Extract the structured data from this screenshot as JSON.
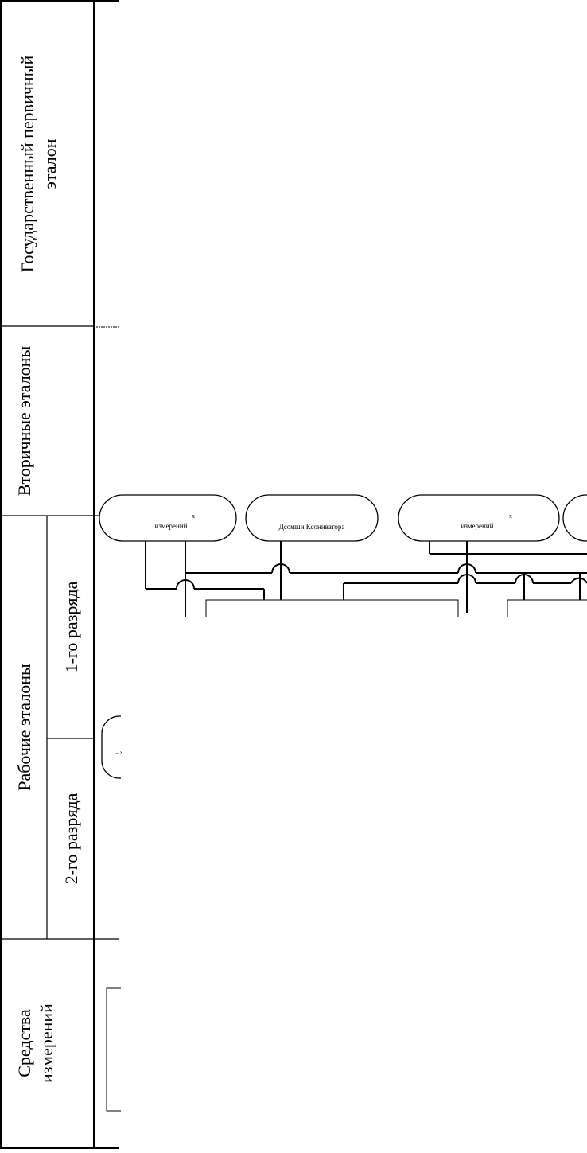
{
  "diagram": {
    "rows": {
      "primary": "Государственный первичный эталон",
      "primary_line1": "Государственный первичный",
      "primary_line2": "эталон",
      "secondary": "Вторичные эталоны",
      "working": "Рабочие эталоны",
      "working_rank1": "1-го разряда",
      "working_rank2": "2-го разряда",
      "instruments": "Средства измерений",
      "instruments_line1": "Средства",
      "instruments_line2": "измерений"
    },
    "nodes": [
      {
        "id": "node1",
        "text": "измерений",
        "mark": "х"
      },
      {
        "id": "node2",
        "text": "Дсомши Ксониватора"
      },
      {
        "id": "node3",
        "text": "измерений",
        "mark": "х"
      }
    ],
    "colors": {
      "line": "#000000",
      "background": "#ffffff"
    }
  }
}
